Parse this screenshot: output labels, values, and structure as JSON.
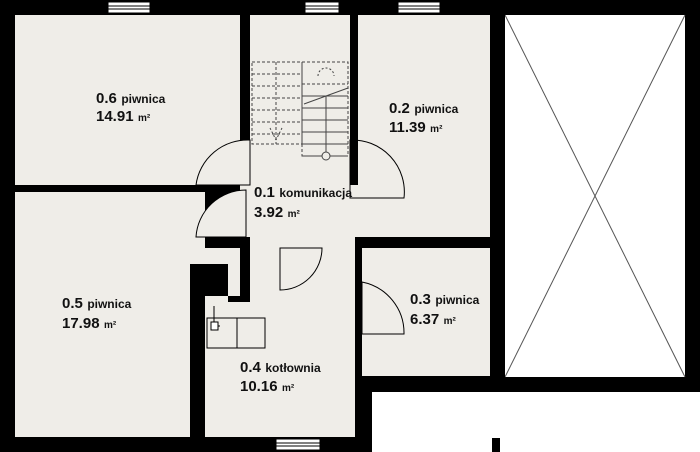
{
  "colors": {
    "wall": "#000000",
    "floor": "#efede8",
    "window_glass": "#ffffff",
    "open_space": "#ffffff"
  },
  "rooms": [
    {
      "id": "0.6",
      "name": "piwnica",
      "area": "14.91",
      "unit": "m²"
    },
    {
      "id": "0.2",
      "name": "piwnica",
      "area": "11.39",
      "unit": "m²"
    },
    {
      "id": "0.1",
      "name": "komunikacja",
      "area": "3.92",
      "unit": "m²"
    },
    {
      "id": "0.5",
      "name": "piwnica",
      "area": "17.98",
      "unit": "m²"
    },
    {
      "id": "0.3",
      "name": "piwnica",
      "area": "6.37",
      "unit": "m²"
    },
    {
      "id": "0.4",
      "name": "kotłownia",
      "area": "10.16",
      "unit": "m²"
    }
  ]
}
